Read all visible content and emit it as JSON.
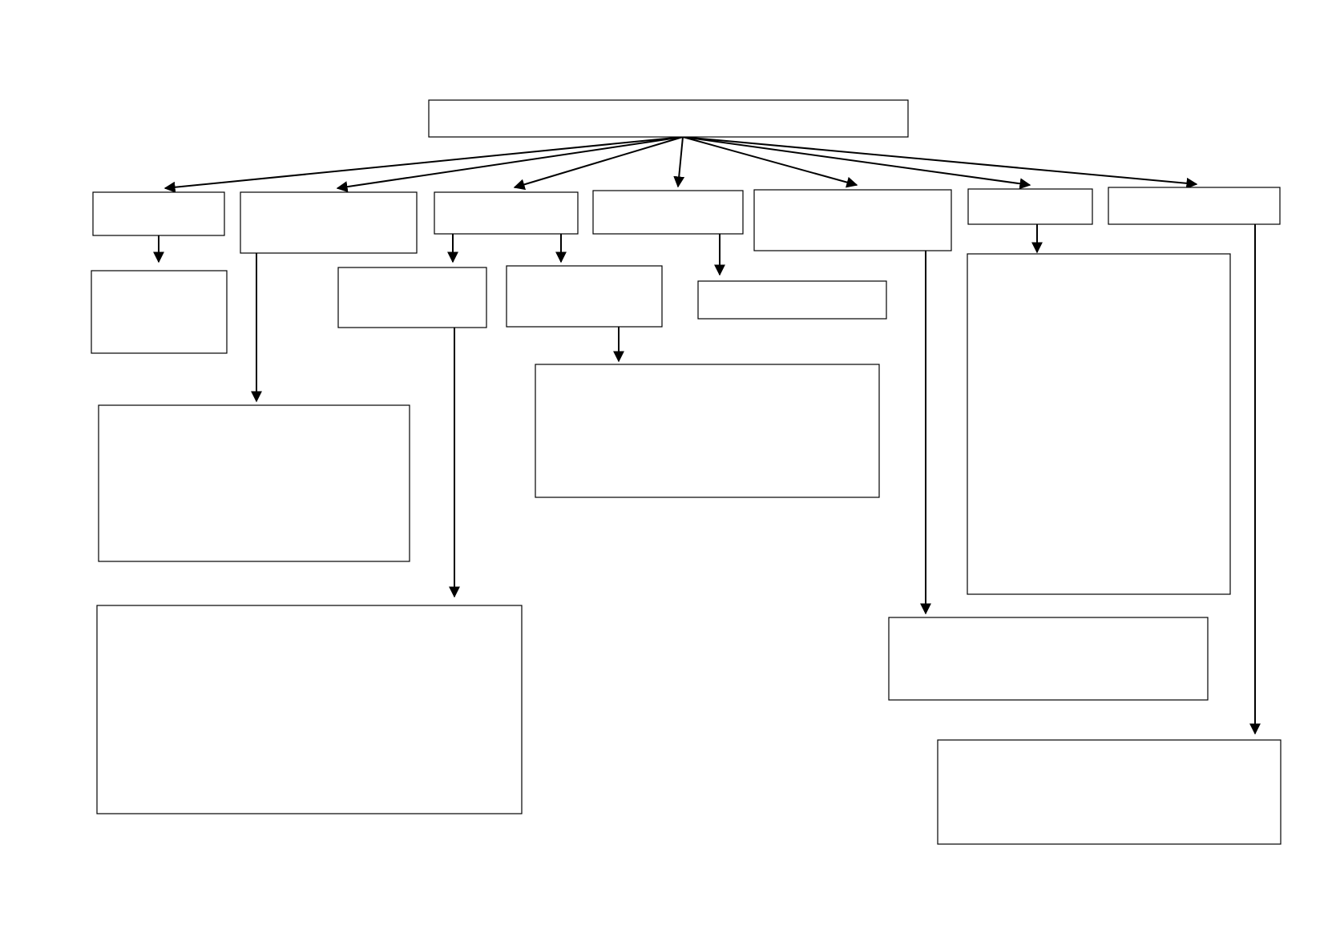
{
  "diagram": {
    "line_color": "#000000",
    "box_fill": "#ffffff",
    "box_stroke": "#000000",
    "nodes": {
      "root": {
        "label": ""
      },
      "branch_1": {
        "label": ""
      },
      "branch_2": {
        "label": ""
      },
      "branch_3": {
        "label": ""
      },
      "branch_4": {
        "label": ""
      },
      "branch_5": {
        "label": ""
      },
      "branch_6": {
        "label": ""
      },
      "branch_7": {
        "label": ""
      },
      "branch_1_child": {
        "label": ""
      },
      "branch_2_child": {
        "label": ""
      },
      "branch_3_child_a": {
        "label": ""
      },
      "branch_3_child_a_child": {
        "label": ""
      },
      "branch_3_child_b": {
        "label": ""
      },
      "branch_3_child_b_child": {
        "label": ""
      },
      "branch_4_child": {
        "label": ""
      },
      "branch_5_child": {
        "label": ""
      },
      "branch_6_child": {
        "label": ""
      },
      "branch_7_child": {
        "label": ""
      }
    },
    "edges": [
      [
        "root",
        "branch_1"
      ],
      [
        "root",
        "branch_2"
      ],
      [
        "root",
        "branch_3"
      ],
      [
        "root",
        "branch_4"
      ],
      [
        "root",
        "branch_5"
      ],
      [
        "root",
        "branch_6"
      ],
      [
        "root",
        "branch_7"
      ],
      [
        "branch_1",
        "branch_1_child"
      ],
      [
        "branch_2",
        "branch_2_child"
      ],
      [
        "branch_3",
        "branch_3_child_a"
      ],
      [
        "branch_3",
        "branch_3_child_b"
      ],
      [
        "branch_3_child_a",
        "branch_3_child_a_child"
      ],
      [
        "branch_3_child_b",
        "branch_3_child_b_child"
      ],
      [
        "branch_4",
        "branch_4_child"
      ],
      [
        "branch_5",
        "branch_5_child"
      ],
      [
        "branch_6",
        "branch_6_child"
      ],
      [
        "branch_7",
        "branch_7_child"
      ]
    ]
  }
}
